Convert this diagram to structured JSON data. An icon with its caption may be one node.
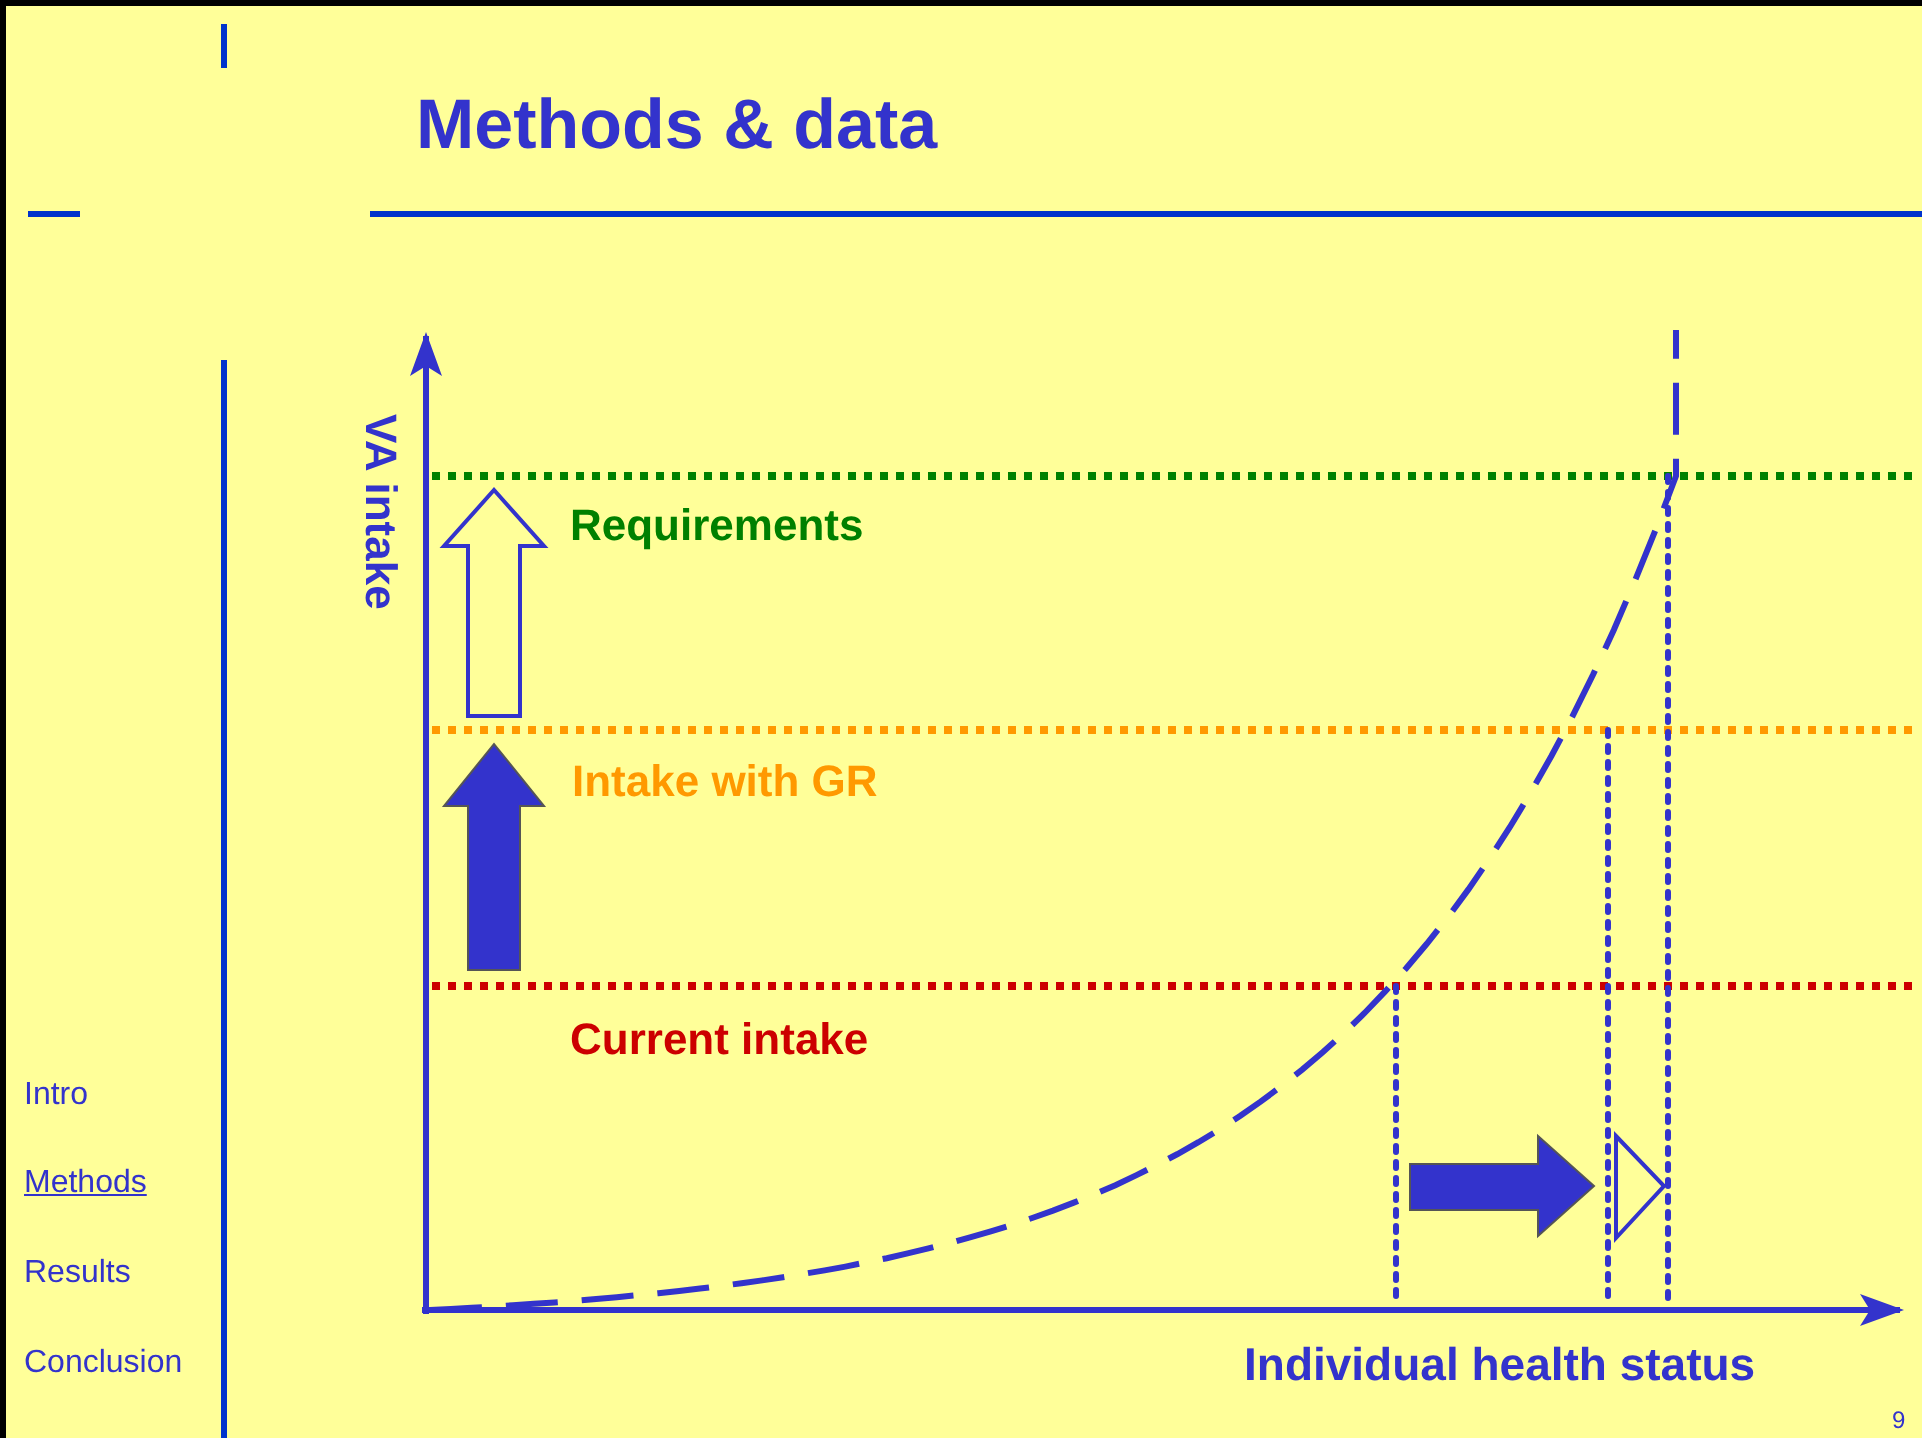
{
  "diagram": {
    "title": "Methods & data",
    "labels": [
      "VA intake",
      "Requirements",
      "Intake with GR",
      "Current intake",
      "Individual health status",
      "Intro",
      "Methods",
      "Results",
      "Conclusion",
      "9"
    ]
  }
}
